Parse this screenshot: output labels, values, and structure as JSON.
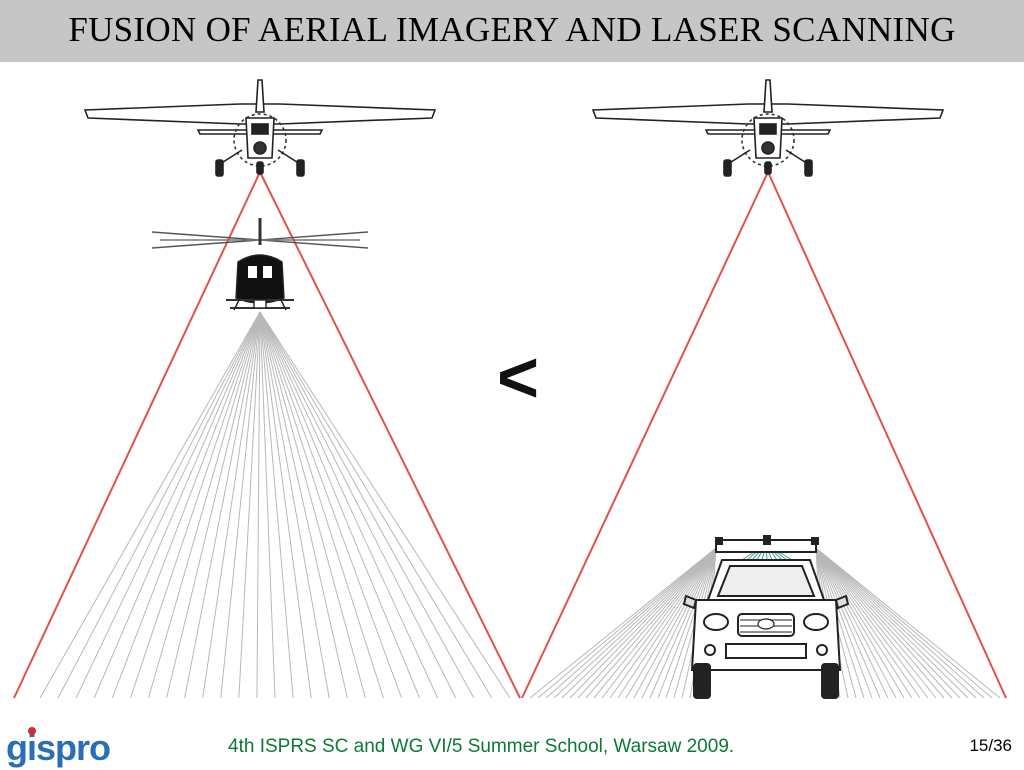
{
  "slide": {
    "title": "FUSION OF AERIAL IMAGERY AND LASER SCANNING",
    "relation_symbol": "<"
  },
  "footer": {
    "logo_text_a": "gis",
    "logo_text_b": "pro",
    "event": "4th ISPRS SC and WG VI/5 Summer School, Warsaw 2009.",
    "page_number": "15/36"
  },
  "colors": {
    "title_bar": "#c6c6c6",
    "footprint_line": "#e0524a",
    "scan_line": "#b0b0b0",
    "vehicle_beam": "#3aa39a",
    "footer_text": "#0a7a34",
    "logo_blue": "#2a6fb6",
    "logo_red": "#d0302b"
  },
  "icons": [
    "airplane-icon",
    "helicopter-icon",
    "car-icon"
  ]
}
